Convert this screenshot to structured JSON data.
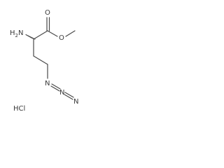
{
  "molecule": {
    "atoms": {
      "amine": "H2N",
      "carbonyl_oxygen": "O",
      "ester_oxygen": "O",
      "azide_n1": "N",
      "azide_n2": "N",
      "azide_n3": "N"
    },
    "salt": "HCl"
  }
}
